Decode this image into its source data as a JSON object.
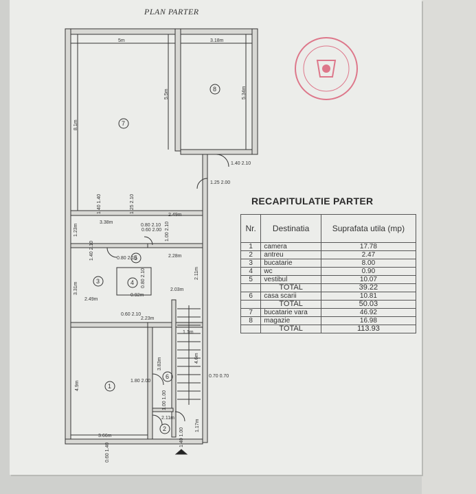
{
  "plan_title": "PLAN PARTER",
  "rooms": {
    "r1": "1",
    "r2": "2",
    "r3": "3",
    "r4": "4",
    "r5": "5",
    "r6": "6",
    "r7": "7",
    "r8": "8"
  },
  "dims": {
    "d5m": "5m",
    "d318": "3.18m",
    "d81": "8.1m",
    "d55": "5.5m",
    "d534": "5.34m",
    "d338": "3.38m",
    "d249a": "2.49m",
    "d123": "1.23m",
    "d228": "2.28m",
    "d331": "3.31m",
    "d249b": "2.49m",
    "d211": "2.11m",
    "d203": "2.03m",
    "d092": "0.92m",
    "d223": "2.23m",
    "d11": "1.1m",
    "d46": "4.6m",
    "d383": "3.83m",
    "d49": "4.9m",
    "d366": "3.66m",
    "d211b": "2.11m",
    "d117": "1.17m",
    "d0572": "0.70 0.70",
    "w_a": "1.25 2.00",
    "w_b": "1.40 2.10",
    "w_c": "1.40 1.40",
    "w_d": "0.80 2.10",
    "w_e": "1.25 2.10",
    "w_f": "0.80 2.10",
    "w_g": "1.40 2.10",
    "w_h": "1.00 2.10",
    "w_i": "1.80 2.00",
    "w_j": "0.60 2.10",
    "w_k": "0.80 2.10",
    "w_l": "1.00 1.00",
    "w_m": "0.60 1.40",
    "w_n": "1.40 1.00",
    "w_o": "0.60 2.00"
  },
  "recap": {
    "title": "RECAPITULATIE PARTER",
    "headers": {
      "nr": "Nr.",
      "dest": "Destinatia",
      "sup": "Suprafata utila (mp)"
    },
    "rows": [
      {
        "nr": "1",
        "dest": "camera",
        "val": "17.78"
      },
      {
        "nr": "2",
        "dest": "antreu",
        "val": "2.47"
      },
      {
        "nr": "3",
        "dest": "bucatarie",
        "val": "8.00"
      },
      {
        "nr": "4",
        "dest": "wc",
        "val": "0.90"
      },
      {
        "nr": "5",
        "dest": "vestibul",
        "val": "10.07"
      },
      {
        "nr": "",
        "dest": "TOTAL",
        "val": "39.22"
      },
      {
        "nr": "6",
        "dest": "casa scarii",
        "val": "10.81"
      },
      {
        "nr": "",
        "dest": "TOTAL",
        "val": "50.03"
      },
      {
        "nr": "7",
        "dest": "bucatarie vara",
        "val": "46.92"
      },
      {
        "nr": "8",
        "dest": "magazie",
        "val": "16.98"
      },
      {
        "nr": "",
        "dest": "TOTAL",
        "val": "113.93"
      }
    ]
  },
  "colors": {
    "stamp": "#d9506b",
    "ink": "#333333"
  }
}
